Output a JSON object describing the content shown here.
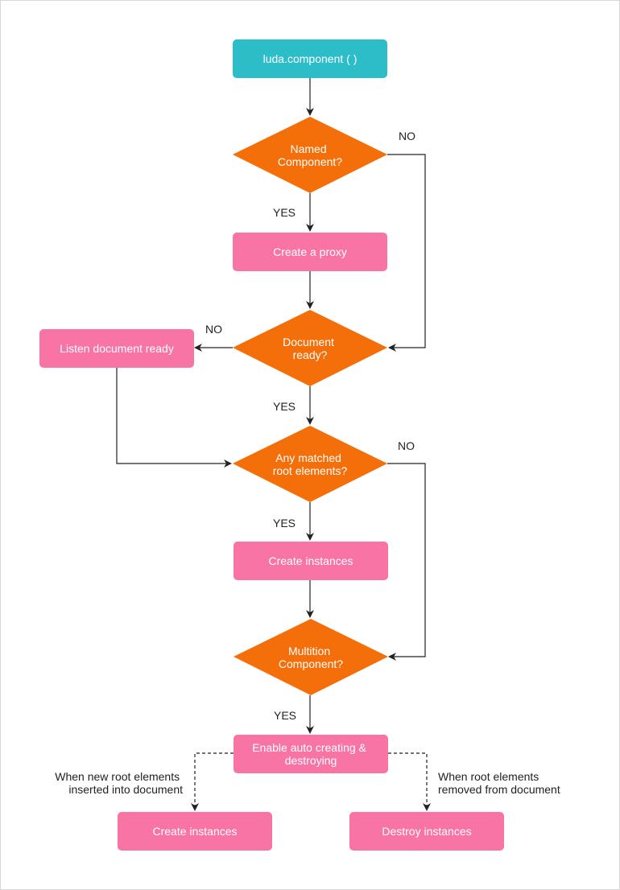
{
  "colors": {
    "start": "#2CBDC9",
    "process": "#F774A4",
    "decision": "#F46F0A",
    "line": "#222222",
    "border": "#D7D7D7"
  },
  "nodes": {
    "start": "luda.component ( )",
    "named_component": [
      "Named",
      "Component?"
    ],
    "create_proxy": "Create a proxy",
    "document_ready": [
      "Document",
      "ready?"
    ],
    "listen_document_ready": "Listen document ready",
    "any_matched": [
      "Any matched",
      "root elements?"
    ],
    "create_instances": "Create instances",
    "multition": [
      "Multition",
      "Component?"
    ],
    "enable_auto": [
      "Enable auto creating &",
      "destroying"
    ],
    "create_instances_2": "Create instances",
    "destroy_instances": "Destroy instances"
  },
  "labels": {
    "yes": "YES",
    "no": "NO",
    "when_inserted": [
      "When new root elements",
      "inserted into document"
    ],
    "when_removed": [
      "When root elements",
      "removed from document"
    ]
  }
}
